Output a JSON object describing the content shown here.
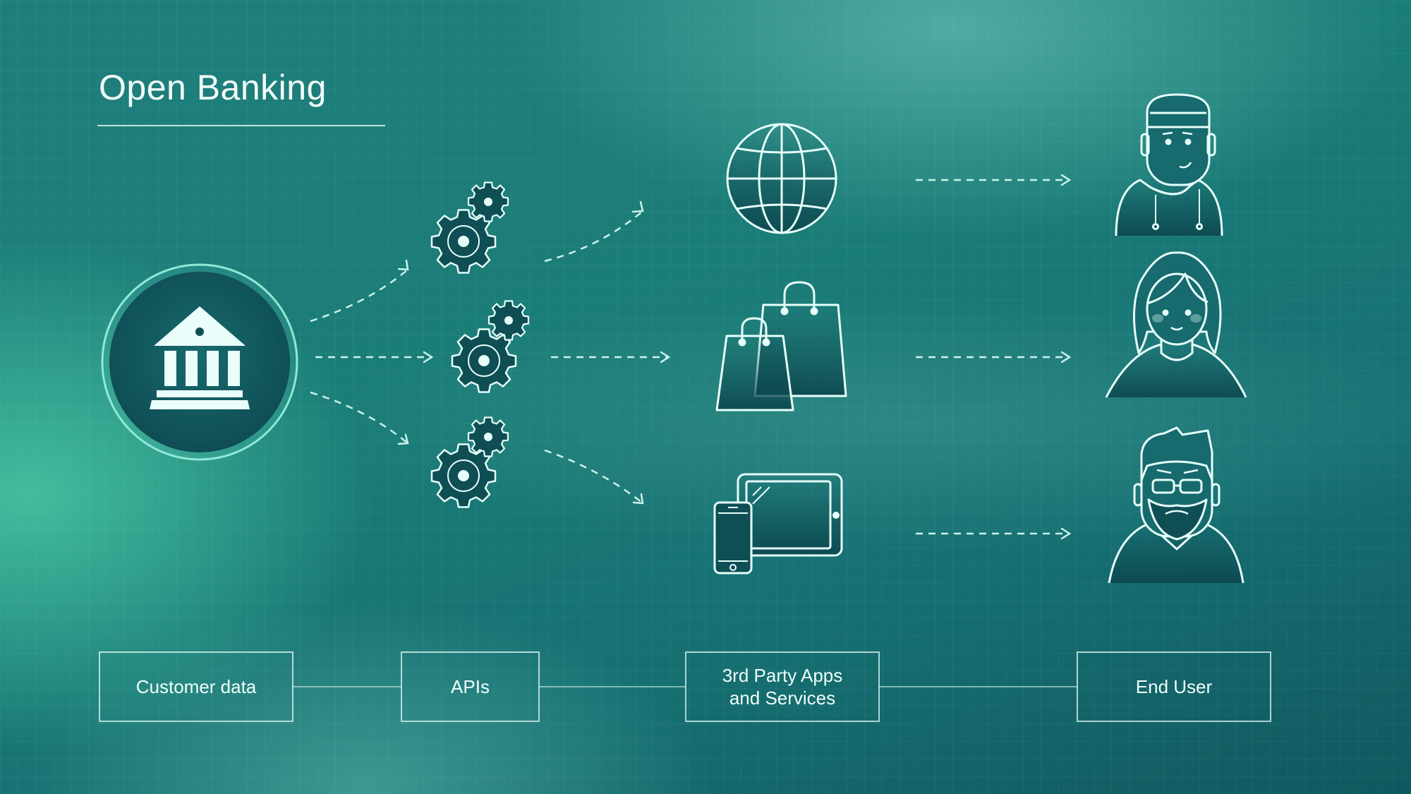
{
  "title": "Open Banking",
  "colors": {
    "background": "#1b7d78",
    "line": "#e6fffa",
    "dark_fill": "#0f4e55",
    "accent_glow": "#7fe3cf"
  },
  "nodes": {
    "bank": {
      "icon": "bank-icon"
    },
    "gears": [
      {
        "icon": "gears-icon"
      },
      {
        "icon": "gears-icon"
      },
      {
        "icon": "gears-icon"
      }
    ],
    "services": [
      {
        "icon": "globe-icon"
      },
      {
        "icon": "shopping-bags-icon"
      },
      {
        "icon": "tablet-phone-icon"
      }
    ],
    "users": [
      {
        "icon": "man-hoodie-avatar-icon"
      },
      {
        "icon": "woman-avatar-icon"
      },
      {
        "icon": "man-glasses-avatar-icon"
      }
    ]
  },
  "footer_boxes": [
    {
      "label": "Customer data"
    },
    {
      "label": "APIs"
    },
    {
      "label": "3rd Party Apps and Services"
    },
    {
      "label": "End User"
    }
  ]
}
